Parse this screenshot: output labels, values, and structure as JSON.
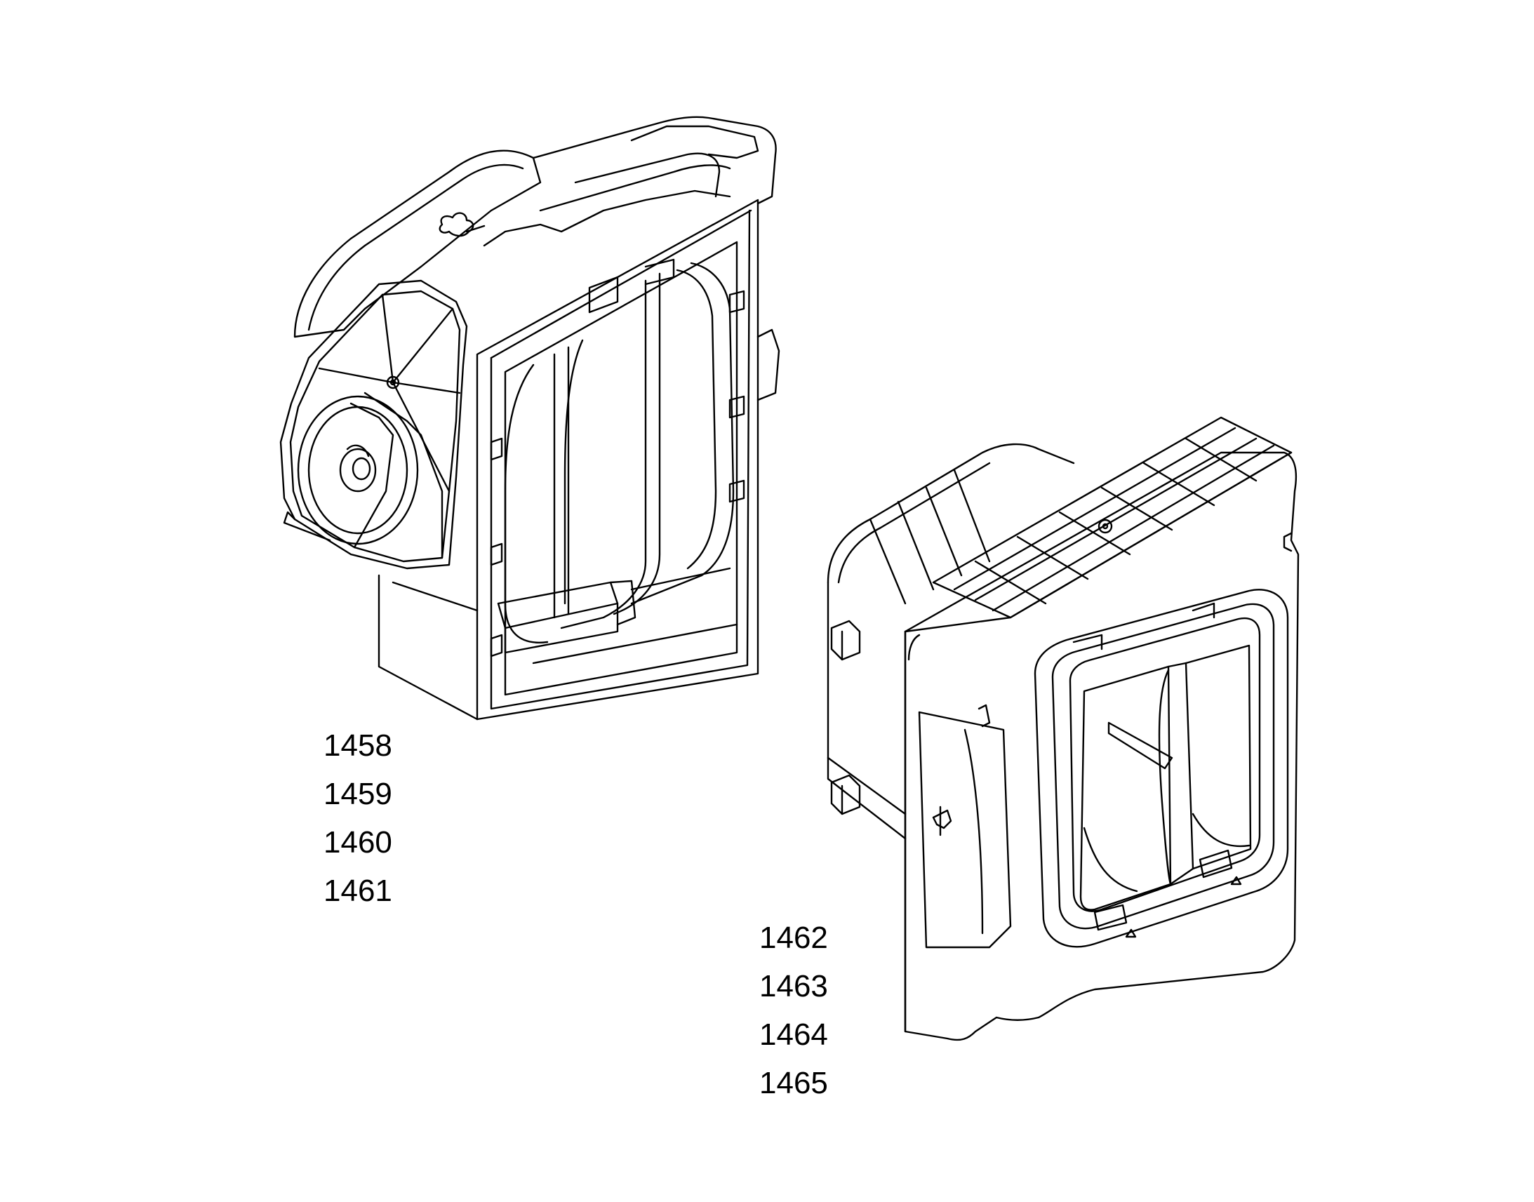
{
  "labels": {
    "group_left": [
      "1458",
      "1459",
      "1460",
      "1461"
    ],
    "group_right": [
      "1462",
      "1463",
      "1464",
      "1465"
    ]
  },
  "colors": {
    "line": "#000000",
    "background": "#ffffff"
  },
  "parts": [
    "mounting-box-with-fan-left",
    "mounting-box-with-frame-right"
  ]
}
